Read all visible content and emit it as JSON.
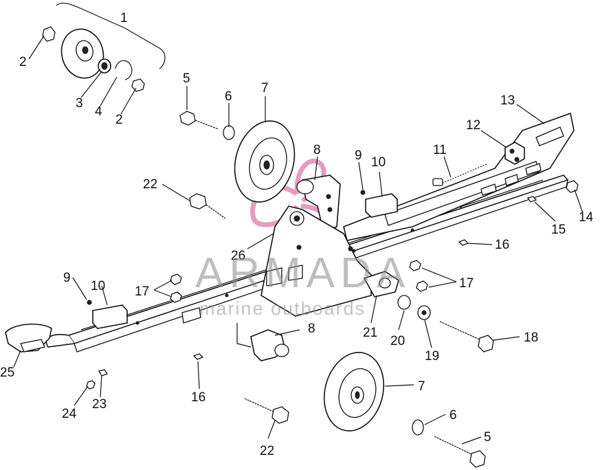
{
  "watermark": {
    "brand": "ARMADA",
    "tagline": "marine outboards",
    "logo_color": "#e28ab4"
  },
  "callouts": [
    "1",
    "2",
    "3",
    "4",
    "2",
    "5",
    "6",
    "7",
    "8",
    "9",
    "10",
    "11",
    "12",
    "13",
    "14",
    "15",
    "16",
    "22",
    "26",
    "17",
    "17",
    "9",
    "10",
    "21",
    "20",
    "19",
    "18",
    "25",
    "8",
    "16",
    "24",
    "23",
    "7",
    "6",
    "22",
    "5"
  ]
}
